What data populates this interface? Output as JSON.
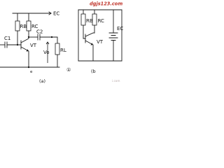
{
  "watermark": {
    "site": "dgjs123.com",
    "corner": "i.com",
    "color": "#c0362c"
  },
  "circuit_a": {
    "supply": "EC",
    "collector_resistor": "RB",
    "base_resistor": "RC",
    "input_capacitor": "C1",
    "output_capacitor": "C2",
    "transistor": "VT",
    "output_voltage": "Vo",
    "load_resistor": "RL",
    "emitter_terminal": "e",
    "panel_caption": "(a)"
  },
  "circuit_b": {
    "bias_resistor": "RB",
    "collector_resistor": "RC",
    "transistor": "VT",
    "supply": "EC",
    "marker": "①",
    "panel_caption": "(b"
  }
}
